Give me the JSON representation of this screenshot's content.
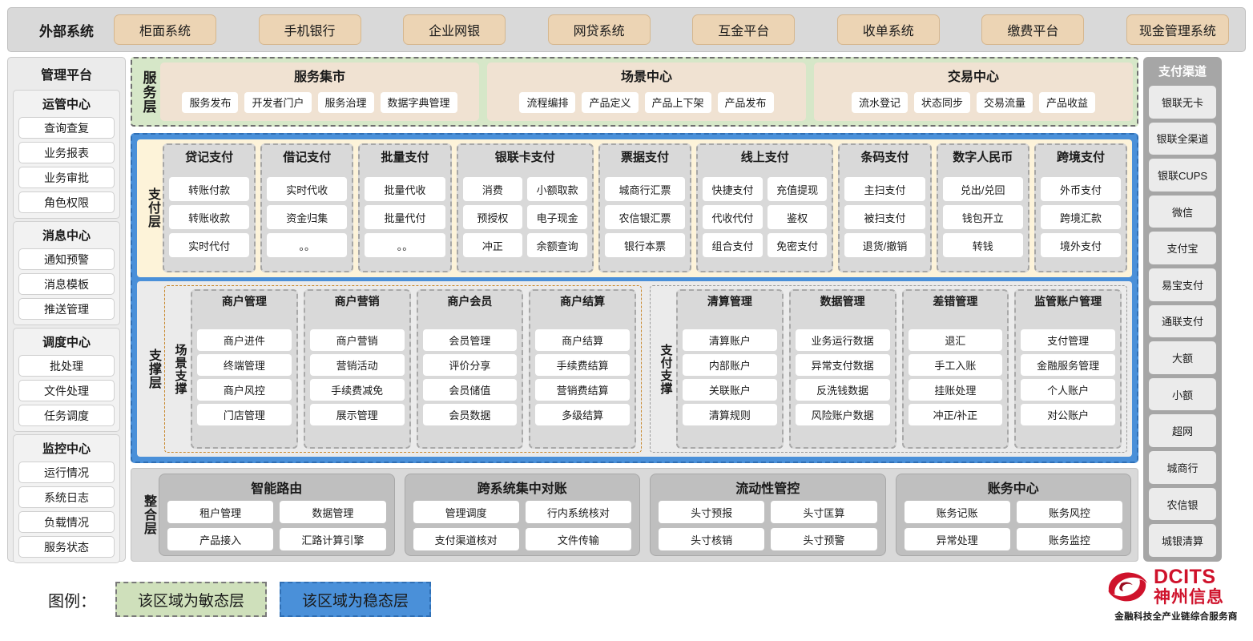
{
  "external": {
    "title": "外部系统",
    "systems": [
      "柜面系统",
      "手机银行",
      "企业网银",
      "网贷系统",
      "互金平台",
      "收单系统",
      "缴费平台",
      "现金管理系统"
    ]
  },
  "management": {
    "title": "管理平台",
    "groups": [
      {
        "title": "运管中心",
        "items": [
          "查询查复",
          "业务报表",
          "业务审批",
          "角色权限"
        ]
      },
      {
        "title": "消息中心",
        "items": [
          "通知预警",
          "消息模板",
          "推送管理"
        ]
      },
      {
        "title": "调度中心",
        "items": [
          "批处理",
          "文件处理",
          "任务调度"
        ]
      },
      {
        "title": "监控中心",
        "items": [
          "运行情况",
          "系统日志",
          "负载情况",
          "服务状态"
        ]
      }
    ]
  },
  "service_layer": {
    "label": "服务层",
    "centers": [
      {
        "title": "服务集市",
        "items": [
          "服务发布",
          "开发者门户",
          "服务治理",
          "数据字典管理"
        ]
      },
      {
        "title": "场景中心",
        "items": [
          "流程编排",
          "产品定义",
          "产品上下架",
          "产品发布"
        ]
      },
      {
        "title": "交易中心",
        "items": [
          "流水登记",
          "状态同步",
          "交易流量",
          "产品收益"
        ]
      }
    ]
  },
  "payment_layer": {
    "label": "支付层",
    "groups": [
      {
        "title": "贷记支付",
        "cols": 1,
        "items": [
          "转账付款",
          "转账收款",
          "实时代付"
        ]
      },
      {
        "title": "借记支付",
        "cols": 1,
        "items": [
          "实时代收",
          "资金归集",
          "。。"
        ]
      },
      {
        "title": "批量支付",
        "cols": 1,
        "items": [
          "批量代收",
          "批量代付",
          "。。"
        ]
      },
      {
        "title": "银联卡支付",
        "cols": 2,
        "items": [
          "消费",
          "小额取款",
          "预授权",
          "电子现金",
          "冲正",
          "余额查询"
        ]
      },
      {
        "title": "票据支付",
        "cols": 1,
        "items": [
          "城商行汇票",
          "农信银汇票",
          "银行本票"
        ]
      },
      {
        "title": "线上支付",
        "cols": 2,
        "items": [
          "快捷支付",
          "充值提现",
          "代收代付",
          "鉴权",
          "组合支付",
          "免密支付"
        ]
      },
      {
        "title": "条码支付",
        "cols": 1,
        "items": [
          "主扫支付",
          "被扫支付",
          "退货/撤销"
        ]
      },
      {
        "title": "数字人民币",
        "cols": 1,
        "items": [
          "兑出/兑回",
          "钱包开立",
          "转钱"
        ]
      },
      {
        "title": "跨境支付",
        "cols": 1,
        "items": [
          "外币支付",
          "跨境汇款",
          "境外支付"
        ]
      }
    ]
  },
  "support_layer": {
    "label": "支撑层",
    "halves": [
      {
        "label": "场景支撑",
        "style": "orange",
        "groups": [
          {
            "title": "商户管理",
            "items": [
              "商户进件",
              "终端管理",
              "商户风控",
              "门店管理"
            ]
          },
          {
            "title": "商户营销",
            "items": [
              "商户营销",
              "营销活动",
              "手续费减免",
              "展示管理"
            ]
          },
          {
            "title": "商户会员",
            "items": [
              "会员管理",
              "评价分享",
              "会员储值",
              "会员数据"
            ]
          },
          {
            "title": "商户结算",
            "items": [
              "商户结算",
              "手续费结算",
              "营销费结算",
              "多级结算"
            ]
          }
        ]
      },
      {
        "label": "支付支撑",
        "style": "gray",
        "groups": [
          {
            "title": "清算管理",
            "items": [
              "清算账户",
              "内部账户",
              "关联账户",
              "清算规则"
            ]
          },
          {
            "title": "数据管理",
            "items": [
              "业务运行数据",
              "异常支付数据",
              "反洗钱数据",
              "风险账户数据"
            ]
          },
          {
            "title": "差错管理",
            "items": [
              "退汇",
              "手工入账",
              "挂账处理",
              "冲正/补正"
            ]
          },
          {
            "title": "监管账户管理",
            "items": [
              "支付管理",
              "金融服务管理",
              "个人账户",
              "对公账户"
            ]
          }
        ]
      }
    ]
  },
  "integration_layer": {
    "label": "整合层",
    "blocks": [
      {
        "title": "智能路由",
        "items": [
          "租户管理",
          "数据管理",
          "产品接入",
          "汇路计算引擎"
        ]
      },
      {
        "title": "跨系统集中对账",
        "items": [
          "管理调度",
          "行内系统核对",
          "支付渠道核对",
          "文件传输"
        ]
      },
      {
        "title": "流动性管控",
        "items": [
          "头寸预报",
          "头寸匡算",
          "头寸核销",
          "头寸预警"
        ]
      },
      {
        "title": "账务中心",
        "items": [
          "账务记账",
          "账务风控",
          "异常处理",
          "账务监控"
        ]
      }
    ]
  },
  "channels": {
    "title": "支付渠道",
    "items": [
      "银联无卡",
      "银联全渠道",
      "银联CUPS",
      "微信",
      "支付宝",
      "易宝支付",
      "通联支付",
      "大额",
      "小额",
      "超网",
      "城商行",
      "农信银",
      "城银清算"
    ]
  },
  "legend": {
    "label": "图例：",
    "agile": "该区域为敏态层",
    "stable": "该区域为稳态层"
  },
  "logo": {
    "brand_en": "DCITS",
    "brand_cn": "神州信息",
    "tagline": "金融科技全产业链综合服务商"
  },
  "colors": {
    "agile_green": "#d6e7c8",
    "stable_blue": "#4a90d9",
    "payment_cream": "#fdf3d9",
    "external_chip": "#ecd4b4",
    "brand_red": "#cf122b"
  }
}
